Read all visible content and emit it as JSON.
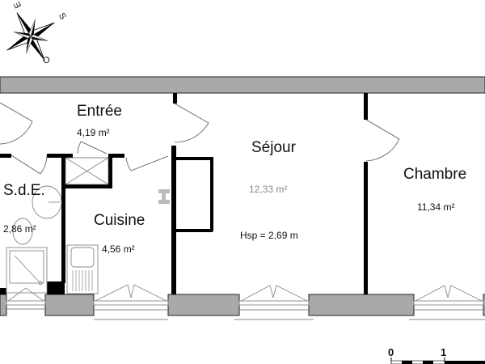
{
  "compass": {
    "labels": {
      "east": "E",
      "south": "S",
      "west": "O"
    }
  },
  "rooms": [
    {
      "id": "entree",
      "name": "Entrée",
      "area": "4,19 m²"
    },
    {
      "id": "sde",
      "name": "S.d.E.",
      "area": "2,86 m²"
    },
    {
      "id": "cuisine",
      "name": "Cuisine",
      "area": "4,56 m²"
    },
    {
      "id": "sejour",
      "name": "Séjour",
      "area": "12,33 m²",
      "ceiling": "Hsp = 2,69 m"
    },
    {
      "id": "chambre",
      "name": "Chambre",
      "area": "11,34 m²"
    }
  ],
  "scale": {
    "zero": "0",
    "one": "1",
    "unit_hint": "m"
  },
  "colors": {
    "wall": "#000000",
    "exterior_wall": "#a9a9a9",
    "outline": "#222222",
    "fixture": "#999999"
  }
}
